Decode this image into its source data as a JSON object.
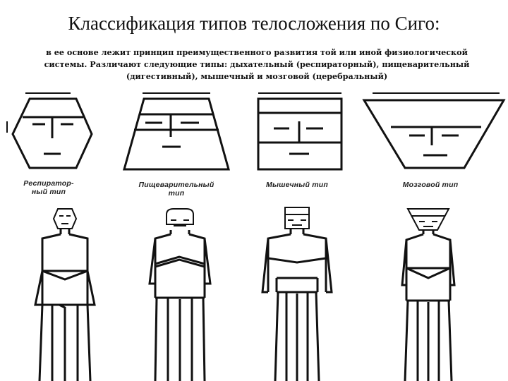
{
  "slide": {
    "title": "Классификация  типов телосложения по Сиго:",
    "lead_lines": [
      "в ее основе лежит принцип преимущественного развития той или иной физиологической",
      "системы. Различают следующие типы: дыхательный (респираторный), пищеварительный",
      "(дигестивный), мышечный и мозговой (церебральный)"
    ]
  },
  "types": [
    {
      "caption_lines": [
        "Респиратор-",
        "ный тип"
      ]
    },
    {
      "caption_lines": [
        "Пищеварительный",
        "тип"
      ]
    },
    {
      "caption_lines": [
        "Мышечный тип"
      ]
    },
    {
      "caption_lines": [
        "Мозговой тип"
      ]
    }
  ]
}
